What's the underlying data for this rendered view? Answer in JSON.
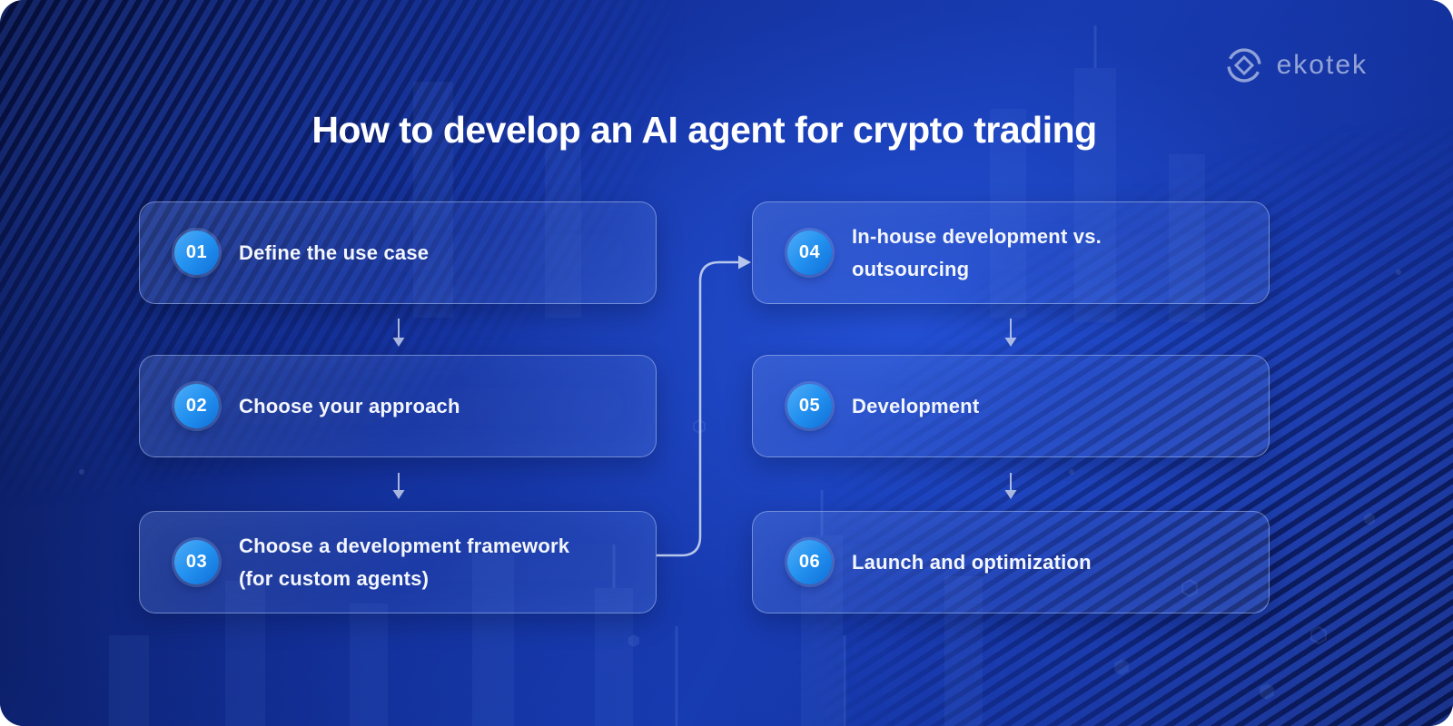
{
  "title": "How to develop an AI agent for crypto trading",
  "brand": {
    "name": "ekotek",
    "icon": "ekotek-coin-diamond-icon"
  },
  "steps": [
    {
      "number": "01",
      "label": "Define the use case",
      "lines": [
        "Define the use case"
      ]
    },
    {
      "number": "02",
      "label": "Choose your approach",
      "lines": [
        "Choose your approach"
      ]
    },
    {
      "number": "03",
      "label": "Choose a development framework (for custom agents)",
      "lines": [
        "Choose a development framework",
        "(for custom agents)"
      ]
    },
    {
      "number": "04",
      "label": "In-house development vs. outsourcing",
      "lines": [
        "In-house development vs.",
        "outsourcing"
      ]
    },
    {
      "number": "05",
      "label": "Development",
      "lines": [
        "Development"
      ]
    },
    {
      "number": "06",
      "label": "Launch and optimization",
      "lines": [
        "Launch and optimization"
      ]
    }
  ],
  "flow_connections": [
    "01→02",
    "02→03",
    "03→04",
    "04→05",
    "05→06"
  ],
  "colors": {
    "background_navy": "#0a1650",
    "background_blue": "#1a43c2",
    "card_border": "rgba(186,205,244,0.5)",
    "badge_blue": "#2492f0",
    "text": "#ffffff",
    "arrow": "#c9d4ee",
    "logo": "#aeb9d6"
  }
}
